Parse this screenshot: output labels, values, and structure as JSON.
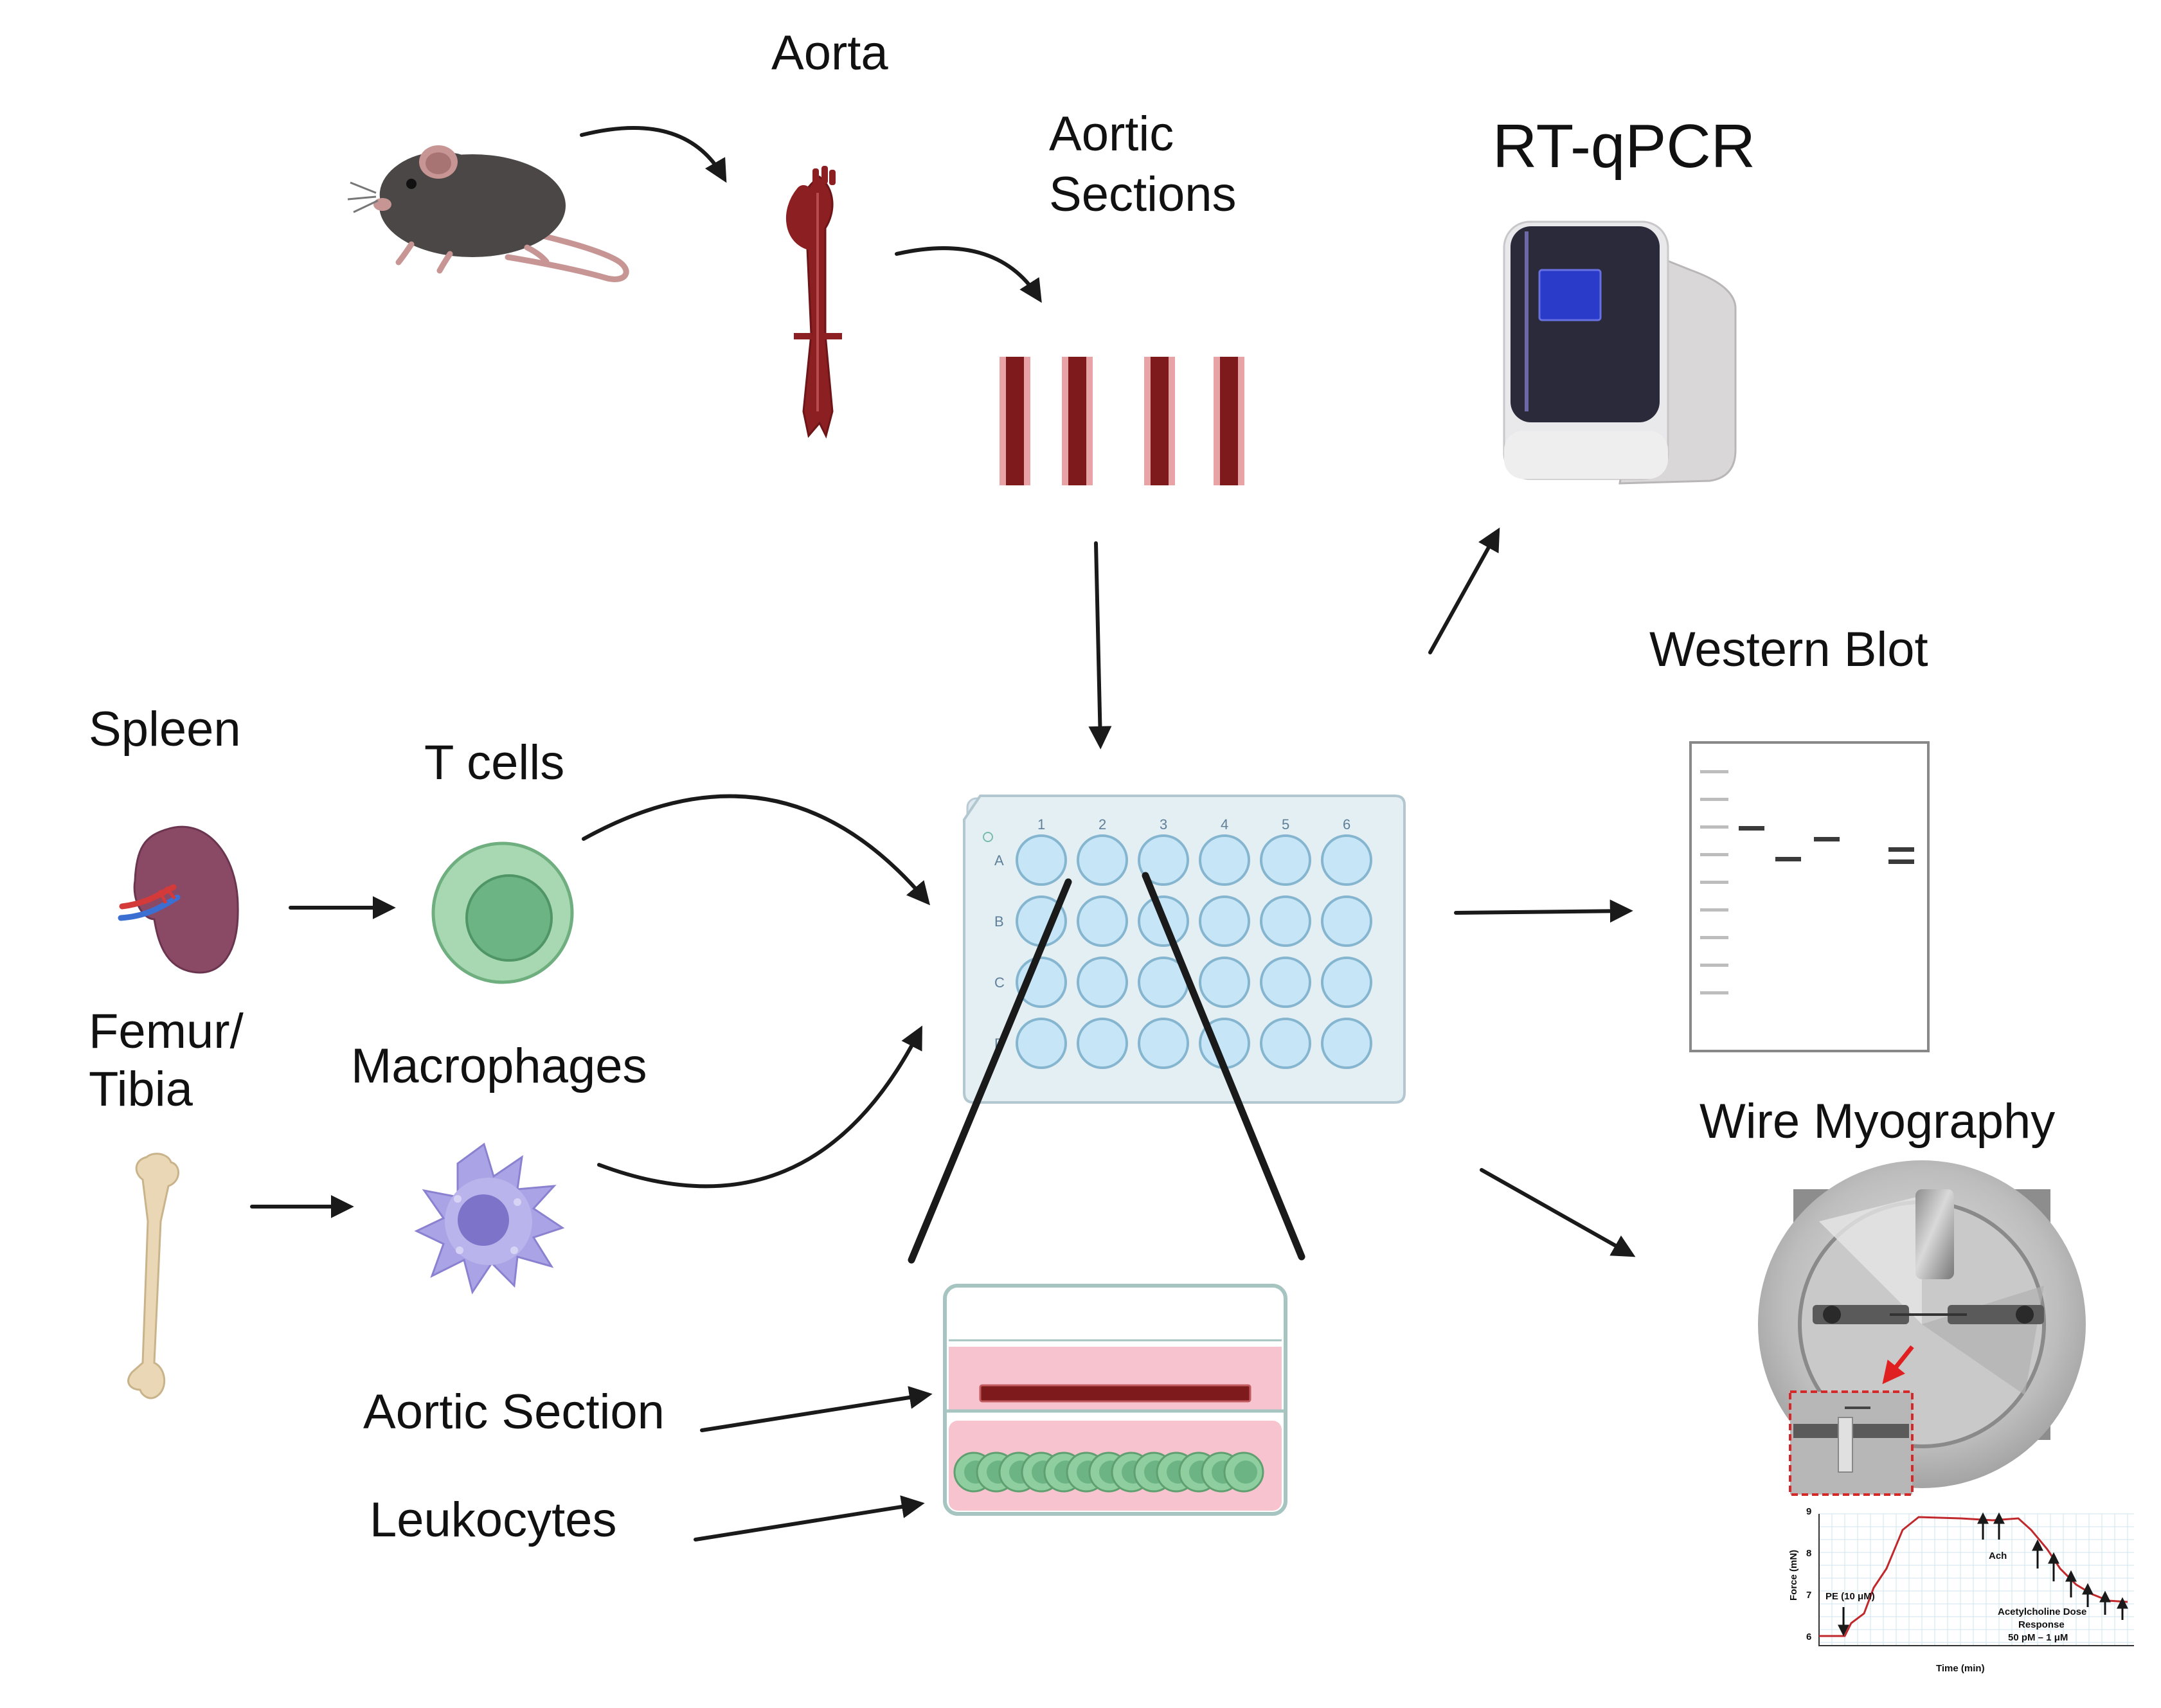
{
  "labels": {
    "aorta": "Aorta",
    "aortic_sections_line1": "Aortic",
    "aortic_sections_line2": "Sections",
    "rtqpcr": "RT-qPCR",
    "western_blot": "Western Blot",
    "spleen": "Spleen",
    "t_cells": "T cells",
    "femur_line1": "Femur/",
    "femur_line2": "Tibia",
    "macrophages": "Macrophages",
    "wire_myography": "Wire Myography",
    "aortic_section": "Aortic Section",
    "leukocytes": "Leukocytes"
  },
  "plate": {
    "columns": [
      "1",
      "2",
      "3",
      "4",
      "5",
      "6"
    ],
    "rows": [
      "A",
      "B",
      "C",
      "D"
    ]
  },
  "myography_chart": {
    "ylabel": "Force (mN)",
    "xlabel": "Time (min)",
    "yticks": [
      "6",
      "7",
      "8",
      "9"
    ],
    "annot_pe": "PE (10 μM)",
    "annot_ach": "Ach",
    "annot_dose_1": "Acetylcholine Dose",
    "annot_dose_2": "Response",
    "annot_dose_3": "50 pM – 1 μM"
  },
  "colors": {
    "arrow": "#1a1a1a",
    "aorta_red": "#8b1f22",
    "tcell_green": "#8fcf9f",
    "macrophage_purple": "#aaa4e6",
    "well_blue": "#c6e6f7",
    "medium_pink": "#f7c3cf",
    "screen_blue": "#2b3bc9"
  }
}
